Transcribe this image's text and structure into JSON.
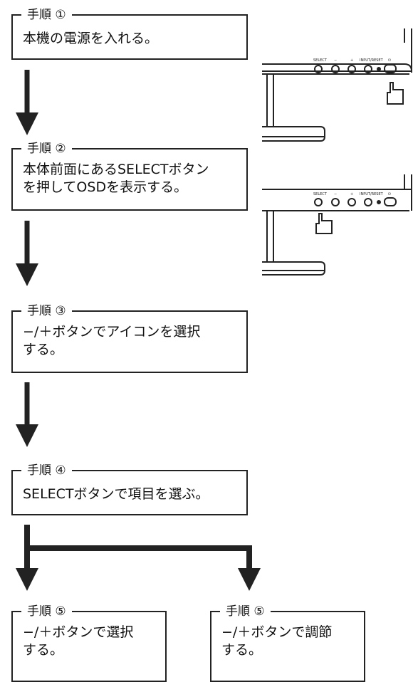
{
  "steps": [
    {
      "label": "手順 ①",
      "text": "本機の電源を入れる。"
    },
    {
      "label": "手順 ②",
      "text": "本体前面にあるSELECTボタン\nを押してOSDを表示する。"
    },
    {
      "label": "手順 ③",
      "text": "−/＋ボタンでアイコンを選択\nする。"
    },
    {
      "label": "手順 ④",
      "text": "SELECTボタンで項目を選ぶ。"
    },
    {
      "label": "手順 ⑤",
      "text": "−/＋ボタンで選択\nする。"
    },
    {
      "label": "手順 ⑤",
      "text": "−/＋ボタンで調節\nする。"
    }
  ],
  "monitor_buttons": {
    "select": "SELECT",
    "minus": "−",
    "plus": "+",
    "input_reset": "INPUT/RESET",
    "power": "⏻"
  }
}
